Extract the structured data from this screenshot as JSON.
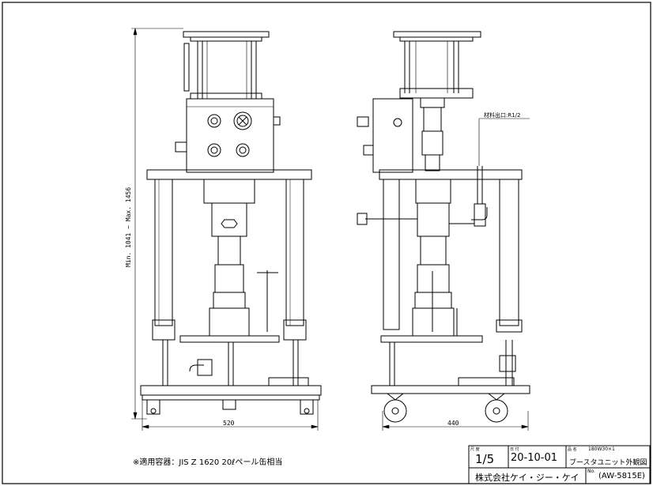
{
  "dimensions": {
    "height_range": "Min. 1041 ~ Max. 1456",
    "width_front": "520",
    "width_side": "440"
  },
  "callout": {
    "inlet": "材料出口:R1/2"
  },
  "note": "※適用容器：JIS Z 1620 20ℓペール缶相当",
  "title_block": {
    "scale_label": "尺 度",
    "scale": "1/5",
    "date_label": "日 付",
    "date": "20-10-01",
    "name_label": "品 名",
    "name_top": "180W30×1",
    "name": "ブースタユニット外観図",
    "company": "株式会社ケイ・ジー・ケイ",
    "no_label": "No.",
    "number": "(AW-5815E)"
  }
}
